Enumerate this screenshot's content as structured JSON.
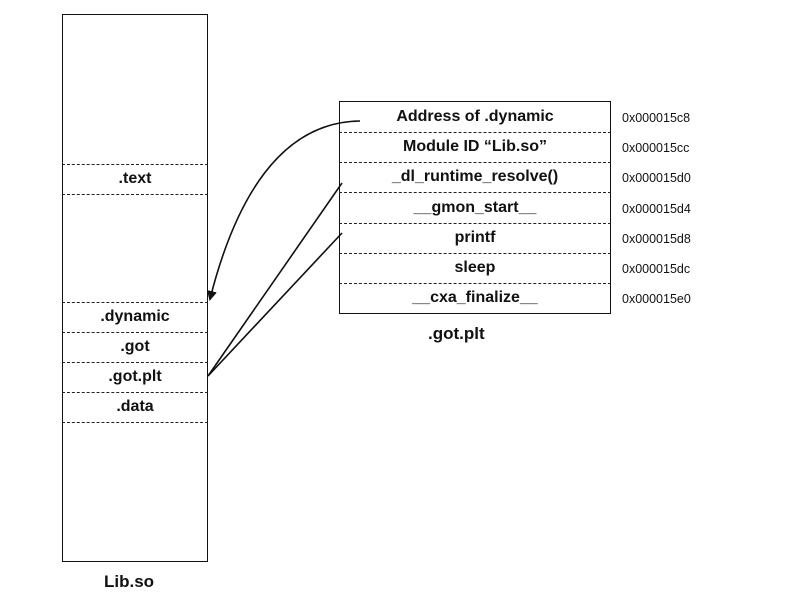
{
  "lib": {
    "caption": "Lib.so",
    "sections": [
      ".text",
      ".dynamic",
      ".got",
      ".got.plt",
      ".data"
    ]
  },
  "gotplt": {
    "caption": ".got.plt",
    "entries": [
      {
        "label": "Address of .dynamic",
        "address": "0x000015c8"
      },
      {
        "label": "Module ID “Lib.so”",
        "address": "0x000015cc"
      },
      {
        "label": "_dl_runtime_resolve()",
        "address": "0x000015d0"
      },
      {
        "label": "__gmon_start__",
        "address": "0x000015d4"
      },
      {
        "label": "printf",
        "address": "0x000015d8"
      },
      {
        "label": "sleep",
        "address": "0x000015dc"
      },
      {
        "label": "__cxa_finalize__",
        "address": "0x000015e0"
      }
    ]
  }
}
